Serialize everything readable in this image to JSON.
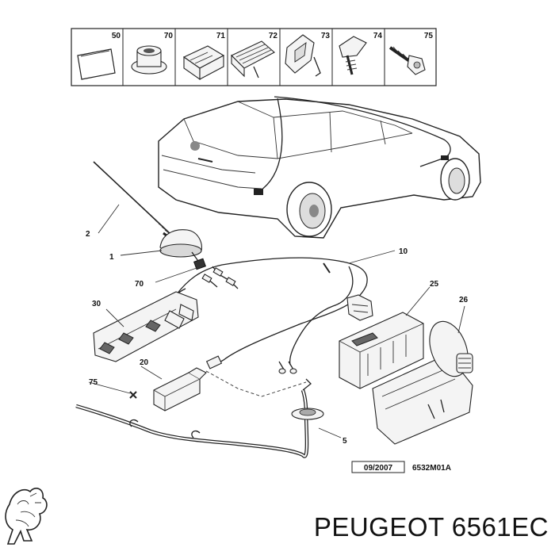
{
  "header_parts": [
    {
      "number": "50",
      "icon": "label-sticker-icon"
    },
    {
      "number": "70",
      "icon": "grommet-nut-icon"
    },
    {
      "number": "71",
      "icon": "connector-block-icon"
    },
    {
      "number": "72",
      "icon": "ribbed-clip-icon"
    },
    {
      "number": "73",
      "icon": "bracket-clip-icon"
    },
    {
      "number": "74",
      "icon": "screw-clip-icon"
    },
    {
      "number": "75",
      "icon": "bolt-icon"
    }
  ],
  "callouts": {
    "c2": "2",
    "c1": "1",
    "c70": "70",
    "c10": "10",
    "c25": "25",
    "c26": "26",
    "c30": "30",
    "c20": "20",
    "c75": "75",
    "c5": "5"
  },
  "ref": {
    "date": "09/2007",
    "code": "6532M01A"
  },
  "brand": {
    "logo_icon": "lion-logo-icon",
    "text": "PEUGEOT 6561EC"
  }
}
